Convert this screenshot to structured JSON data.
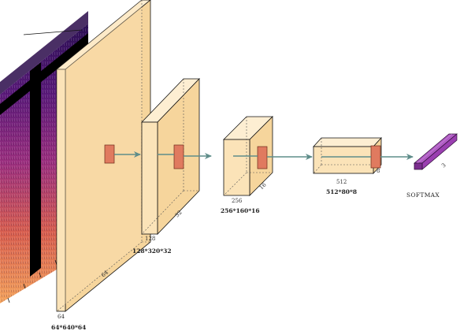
{
  "layers": [
    {
      "id": "conv1",
      "label": "64*640*64",
      "dims": [
        "64",
        "64"
      ]
    },
    {
      "id": "conv2",
      "label": "128*320*32",
      "dims": [
        "128",
        "32"
      ]
    },
    {
      "id": "conv3",
      "label": "256*160*16",
      "dims": [
        "256",
        "16"
      ]
    },
    {
      "id": "conv4",
      "label": "512*80*8",
      "dims": [
        "512",
        "8"
      ]
    },
    {
      "id": "softmax",
      "label": "SOFTMAX",
      "dims": [
        "3"
      ]
    }
  ],
  "colors": {
    "block_fill": "#fbe3b8",
    "block_top": "#fdeed2",
    "block_side": "#f6d59c",
    "kernel": "#e07a5f",
    "arrow": "#5f8d8a",
    "softmax_front": "#7b2d8e",
    "softmax_top": "#b05cc4"
  }
}
